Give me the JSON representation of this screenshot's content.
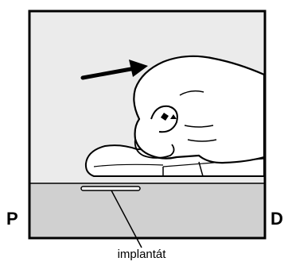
{
  "labels": {
    "left_side": "P",
    "right_side": "D",
    "implant": "implantát"
  },
  "colors": {
    "background": "#ebebeb",
    "tissue": "#d0d0d0",
    "outline": "#000000",
    "paper": "#ffffff"
  },
  "icons": {
    "direction": "arrow-right-icon",
    "hand": "hand-icon",
    "implant": "implant-rod-icon"
  }
}
